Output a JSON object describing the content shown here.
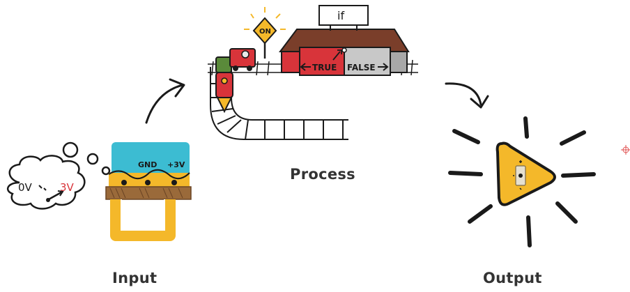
{
  "captions": {
    "input": "Input",
    "process": "Process",
    "output": "Output"
  },
  "input": {
    "thought_low": "0V",
    "thought_high": "3V",
    "pin_gnd": "GND",
    "pin_3v": "+3V"
  },
  "process": {
    "sign_if": "if",
    "sign_on": "ON",
    "door_true": "TRUE",
    "door_false": "FALSE"
  },
  "colors": {
    "ink": "#1a1a1a",
    "yellow": "#f4b82a",
    "cyan": "#3cbcd2",
    "red": "#d8343a",
    "roof": "#7a3e2a",
    "grey": "#b8b8b8",
    "brown": "#9a6a3a"
  }
}
